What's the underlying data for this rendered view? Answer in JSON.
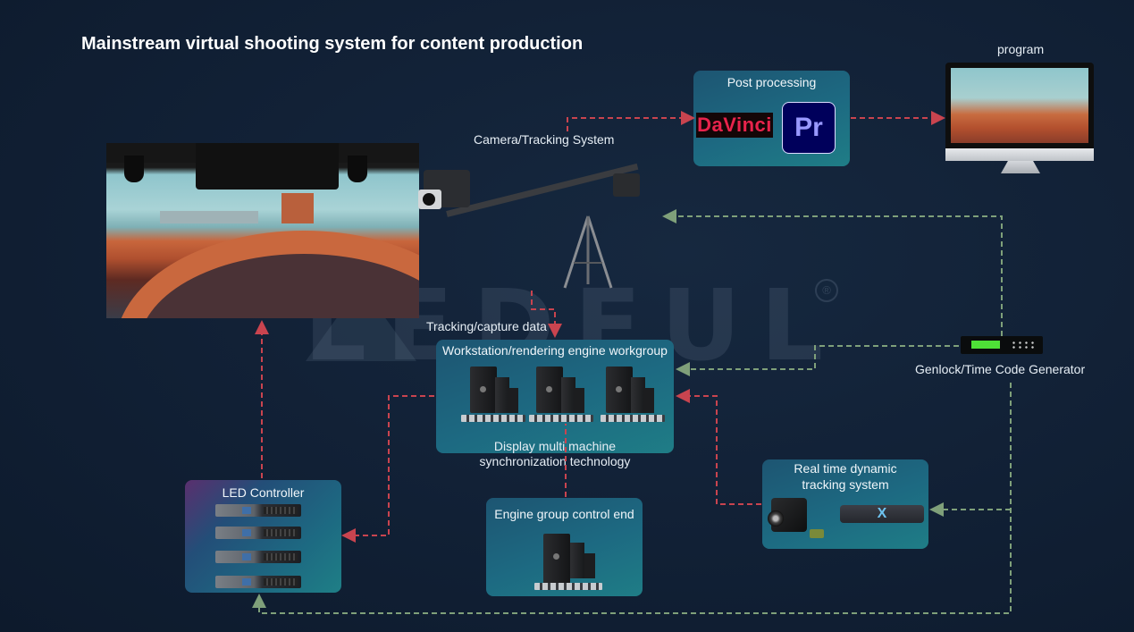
{
  "title": "Mainstream virtual shooting system for content production",
  "watermark": {
    "text": "LEDFUL",
    "registered": "®"
  },
  "labels": {
    "camera_tracking": "Camera/Tracking System",
    "tracking_capture": "Tracking/capture data",
    "program": "program",
    "genlock": "Genlock/Time Code Generator",
    "display_sync_line1": "Display multi machine",
    "display_sync_line2": "synchronization technology"
  },
  "boxes": {
    "post_processing": {
      "title": "Post processing",
      "apps": [
        "DaVinci",
        "Pr"
      ]
    },
    "workstation": {
      "title": "Workstation/rendering engine workgroup"
    },
    "led_controller": {
      "title": "LED Controller",
      "unit_count": 4
    },
    "engine_control": {
      "title": "Engine group control end"
    },
    "tracking_system": {
      "title_line1": "Real time dynamic",
      "title_line2": "tracking system",
      "bar_glyph": "X"
    }
  },
  "colors": {
    "signal_red": "#c9444f",
    "sync_green": "#7fa07a",
    "background": "#122238",
    "box_teal": "#1d6a82"
  }
}
